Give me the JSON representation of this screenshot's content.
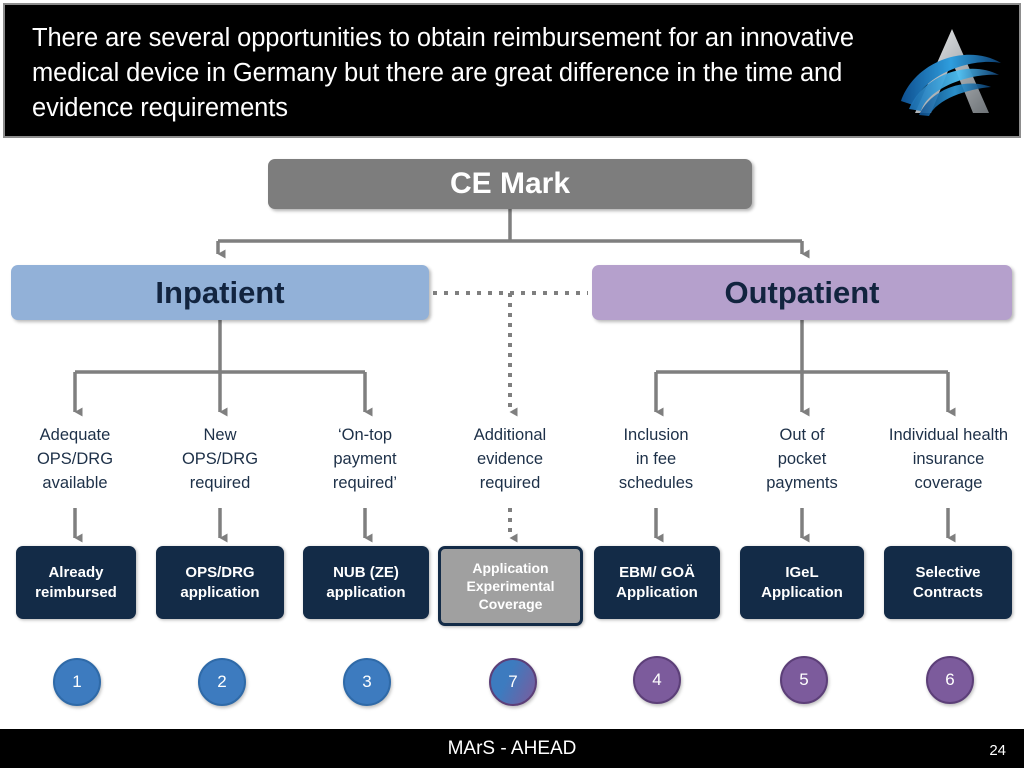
{
  "header": {
    "title": "There are several opportunities to obtain reimbursement for an innovative medical device in Germany but there are great difference in the time and evidence requirements",
    "logo_name": "ahead-a-logo"
  },
  "diagram": {
    "root": {
      "label": "CE Mark"
    },
    "branches": [
      {
        "label": "Inpatient"
      },
      {
        "label": "Outpatient"
      }
    ],
    "captions": [
      {
        "id": "c1",
        "text": "Adequate\nOPS/DRG\navailable"
      },
      {
        "id": "c2",
        "text": "New\nOPS/DRG\nrequired"
      },
      {
        "id": "c3",
        "text": "‘On-top\npayment\nrequired’"
      },
      {
        "id": "c7",
        "text": "Additional\nevidence\nrequired"
      },
      {
        "id": "c4",
        "text": "Inclusion\nin fee\nschedules"
      },
      {
        "id": "c5",
        "text": "Out of\npocket\npayments"
      },
      {
        "id": "c6",
        "text": "Individual health\ninsurance\ncoverage"
      }
    ],
    "leaves": [
      {
        "id": "l1",
        "text": "Already\nreimbursed",
        "style": "navy"
      },
      {
        "id": "l2",
        "text": "OPS/DRG\napplication",
        "style": "navy"
      },
      {
        "id": "l3",
        "text": "NUB (ZE)\napplication",
        "style": "navy"
      },
      {
        "id": "l7",
        "text": "Application\nExperimental\nCoverage",
        "style": "gray"
      },
      {
        "id": "l4",
        "text": "EBM/ GOÄ\nApplication",
        "style": "navy"
      },
      {
        "id": "l5",
        "text": "IGeL\nApplication",
        "style": "navy"
      },
      {
        "id": "l6",
        "text": "Selective\nContracts",
        "style": "navy"
      }
    ],
    "markers": [
      {
        "id": "m1",
        "number": "1",
        "style": "blue"
      },
      {
        "id": "m2",
        "number": "2",
        "style": "blue"
      },
      {
        "id": "m3",
        "number": "3",
        "style": "blue"
      },
      {
        "id": "m7",
        "number": "7",
        "style": "mixed"
      },
      {
        "id": "m4",
        "number": "4",
        "style": "purple"
      },
      {
        "id": "m5",
        "number": "5",
        "style": "purple"
      },
      {
        "id": "m6",
        "number": "6",
        "style": "purple"
      }
    ]
  },
  "footer": {
    "title": "MArS - AHEAD",
    "page": "24"
  },
  "colors": {
    "inpatient": "#92b1d8",
    "outpatient": "#b5a0cc",
    "root": "#7d7d7d",
    "navy": "#132b47",
    "gray_leaf": "#a0a0a0",
    "connector": "#7f7f7f",
    "marker_blue": "#3d7bbf",
    "marker_purple": "#7c5b9c"
  }
}
